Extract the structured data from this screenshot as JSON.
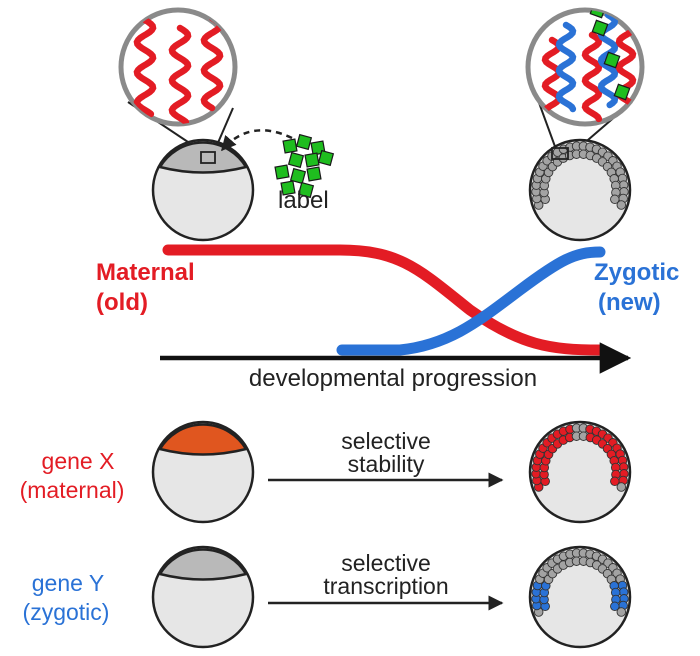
{
  "labels": {
    "label_tag": "label",
    "maternal_line1": "Maternal",
    "maternal_line2": "(old)",
    "zygotic_line1": "Zygotic",
    "zygotic_line2": "(new)",
    "axis": "developmental progression",
    "gene_x_line1": "gene X",
    "gene_x_line2": "(maternal)",
    "gene_y_line1": "gene Y",
    "gene_y_line2": "(zygotic)",
    "stability_line1": "selective",
    "stability_line2": "stability",
    "transcription_line1": "selective",
    "transcription_line2": "transcription"
  },
  "colors": {
    "maternal": "#e31c24",
    "zygotic": "#2a72d6",
    "label_square": "#1fbd1f",
    "gene_x_cap": "#e0561f",
    "cap_gray": "#b9b9b9",
    "cell_gray": "#a3a3a3",
    "embryo_fill": "#e6e6e6",
    "outline": "#222222"
  }
}
